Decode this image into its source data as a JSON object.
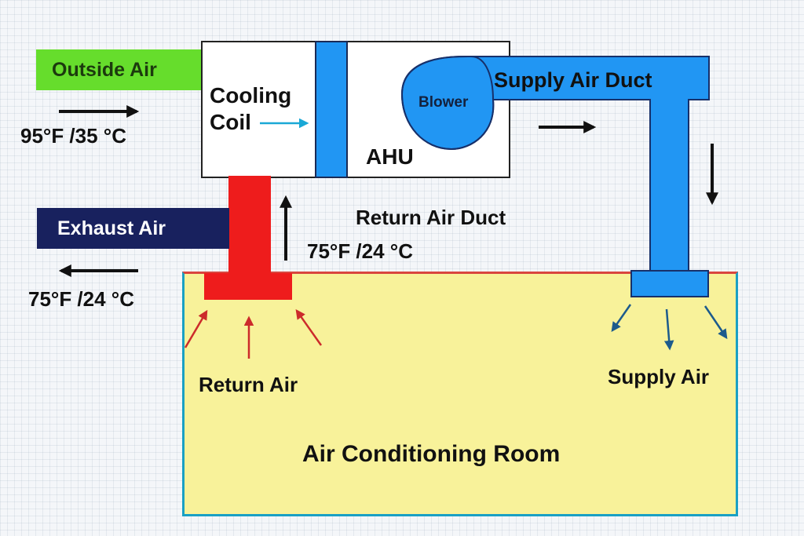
{
  "labels": {
    "outside_air": "Outside Air",
    "outside_temp": "95°F /35 °C",
    "exhaust_air": "Exhaust Air",
    "exhaust_temp": "75°F /24 °C",
    "cooling_coil_line1": "Cooling",
    "cooling_coil_line2": "Coil",
    "blower": "Blower",
    "ahu": "AHU",
    "supply_air_duct": "Supply Air Duct",
    "return_air_duct": "Return Air Duct",
    "return_temp": "75°F /24 °C",
    "return_air": "Return Air",
    "supply_air": "Supply Air",
    "room": "Air Conditioning Room"
  },
  "colors": {
    "outside_air": "#66dd2c",
    "exhaust_air": "#18215e",
    "coil": "#2196f3",
    "supply_duct": "#2196f3",
    "return_duct": "#ee1c1c",
    "room": "#f8f29a",
    "room_border": "#1aa0c4"
  }
}
